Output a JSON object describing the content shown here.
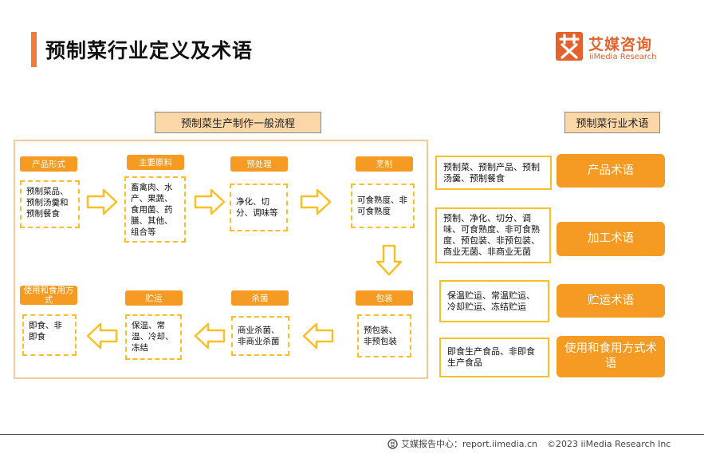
{
  "header": {
    "title": "预制菜行业定义及术语",
    "logo_cn": "艾媒咨询",
    "logo_en": "iiMedia Research"
  },
  "flow": {
    "title": "预制菜生产制作一般流程",
    "steps": [
      {
        "label": "产品形式",
        "text": "预制菜品、预制汤羹和预制餐食"
      },
      {
        "label": "主要原料",
        "text": "畜禽肉、水产、果蔬、食用菌、药膳、其他、组合等"
      },
      {
        "label": "预处理",
        "text": "净化、切分、调味等"
      },
      {
        "label": "烹制",
        "text": "可食熟度、非可食熟度"
      },
      {
        "label": "包装",
        "text": "预包装、非预包装"
      },
      {
        "label": "杀菌",
        "text": "商业杀菌、非商业杀菌"
      },
      {
        "label": "贮运",
        "text": "保温、常温、冷却、冻结"
      },
      {
        "label": "使用和食用方式",
        "text": "即食、非即食"
      }
    ]
  },
  "terms": {
    "title": "预制菜行业术语",
    "items": [
      {
        "desc": "预制菜、预制产品、预制汤羹、预制餐食",
        "term": "产品术语"
      },
      {
        "desc": "预制、净化、切分、调味、可食熟度、非可食熟度、预包装、非预包装、商业无菌、非商业无菌",
        "term": "加工术语"
      },
      {
        "desc": "保温贮运、常温贮运、冷却贮运、冻结贮运",
        "term": "贮运术语"
      },
      {
        "desc": "即食生产食品、非即食生产食品",
        "term": "使用和食用方式术语"
      }
    ]
  },
  "footer": {
    "source": "艾媒报告中心：report.iimedia.cn",
    "copyright": "©2023  iiMedia Research  Inc"
  },
  "colors": {
    "accent": "#f59a22",
    "dashed_border": "#fbbf26",
    "brand": "#e5622c"
  },
  "icons": [
    "flow-arrow-right-icon",
    "flow-arrow-down-icon",
    "flow-arrow-left-icon",
    "iimedia-logo-icon",
    "iimedia-footer-icon"
  ]
}
